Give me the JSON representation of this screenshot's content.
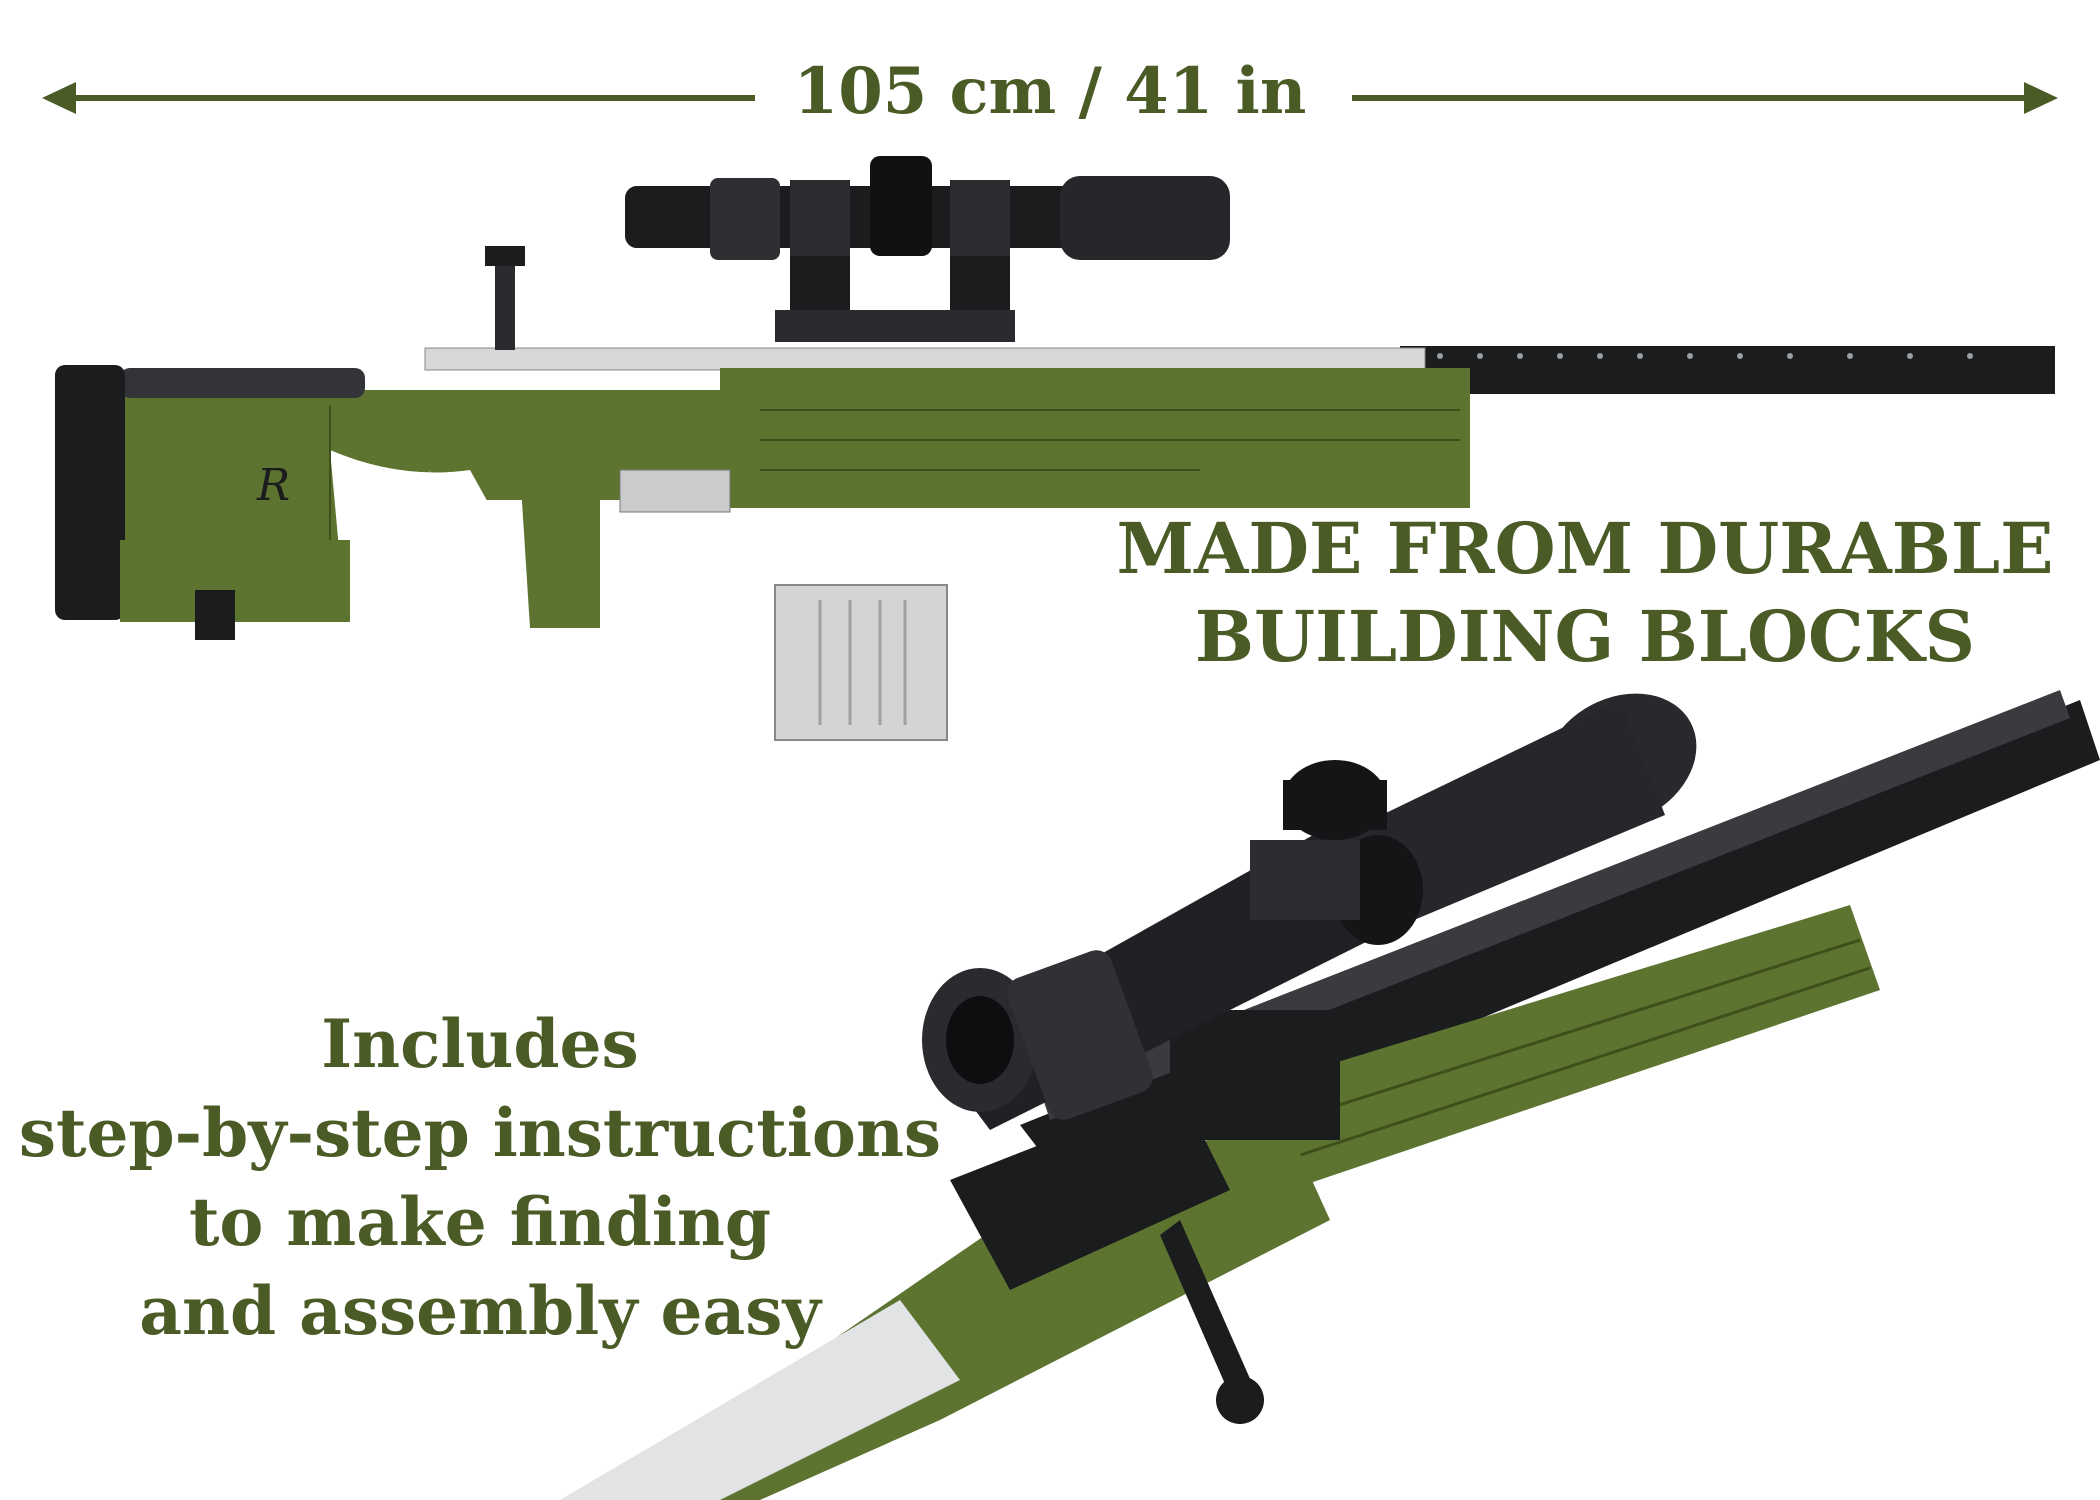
{
  "dimension": {
    "label": "105 cm / 41 in"
  },
  "feature_durable": {
    "lines": [
      "MADE FROM DURABLE",
      "BUILDING BLOCKS"
    ]
  },
  "feature_instructions": {
    "lines": [
      "Includes",
      "step-by-step instructions",
      "to make finding",
      "and assembly easy"
    ]
  },
  "product": {
    "stock_logo": "R",
    "colors": {
      "olive": "#5d7430",
      "olive_dark": "#4a5b26",
      "black": "#1b1c1e",
      "grey": "#c9cbcc"
    }
  }
}
